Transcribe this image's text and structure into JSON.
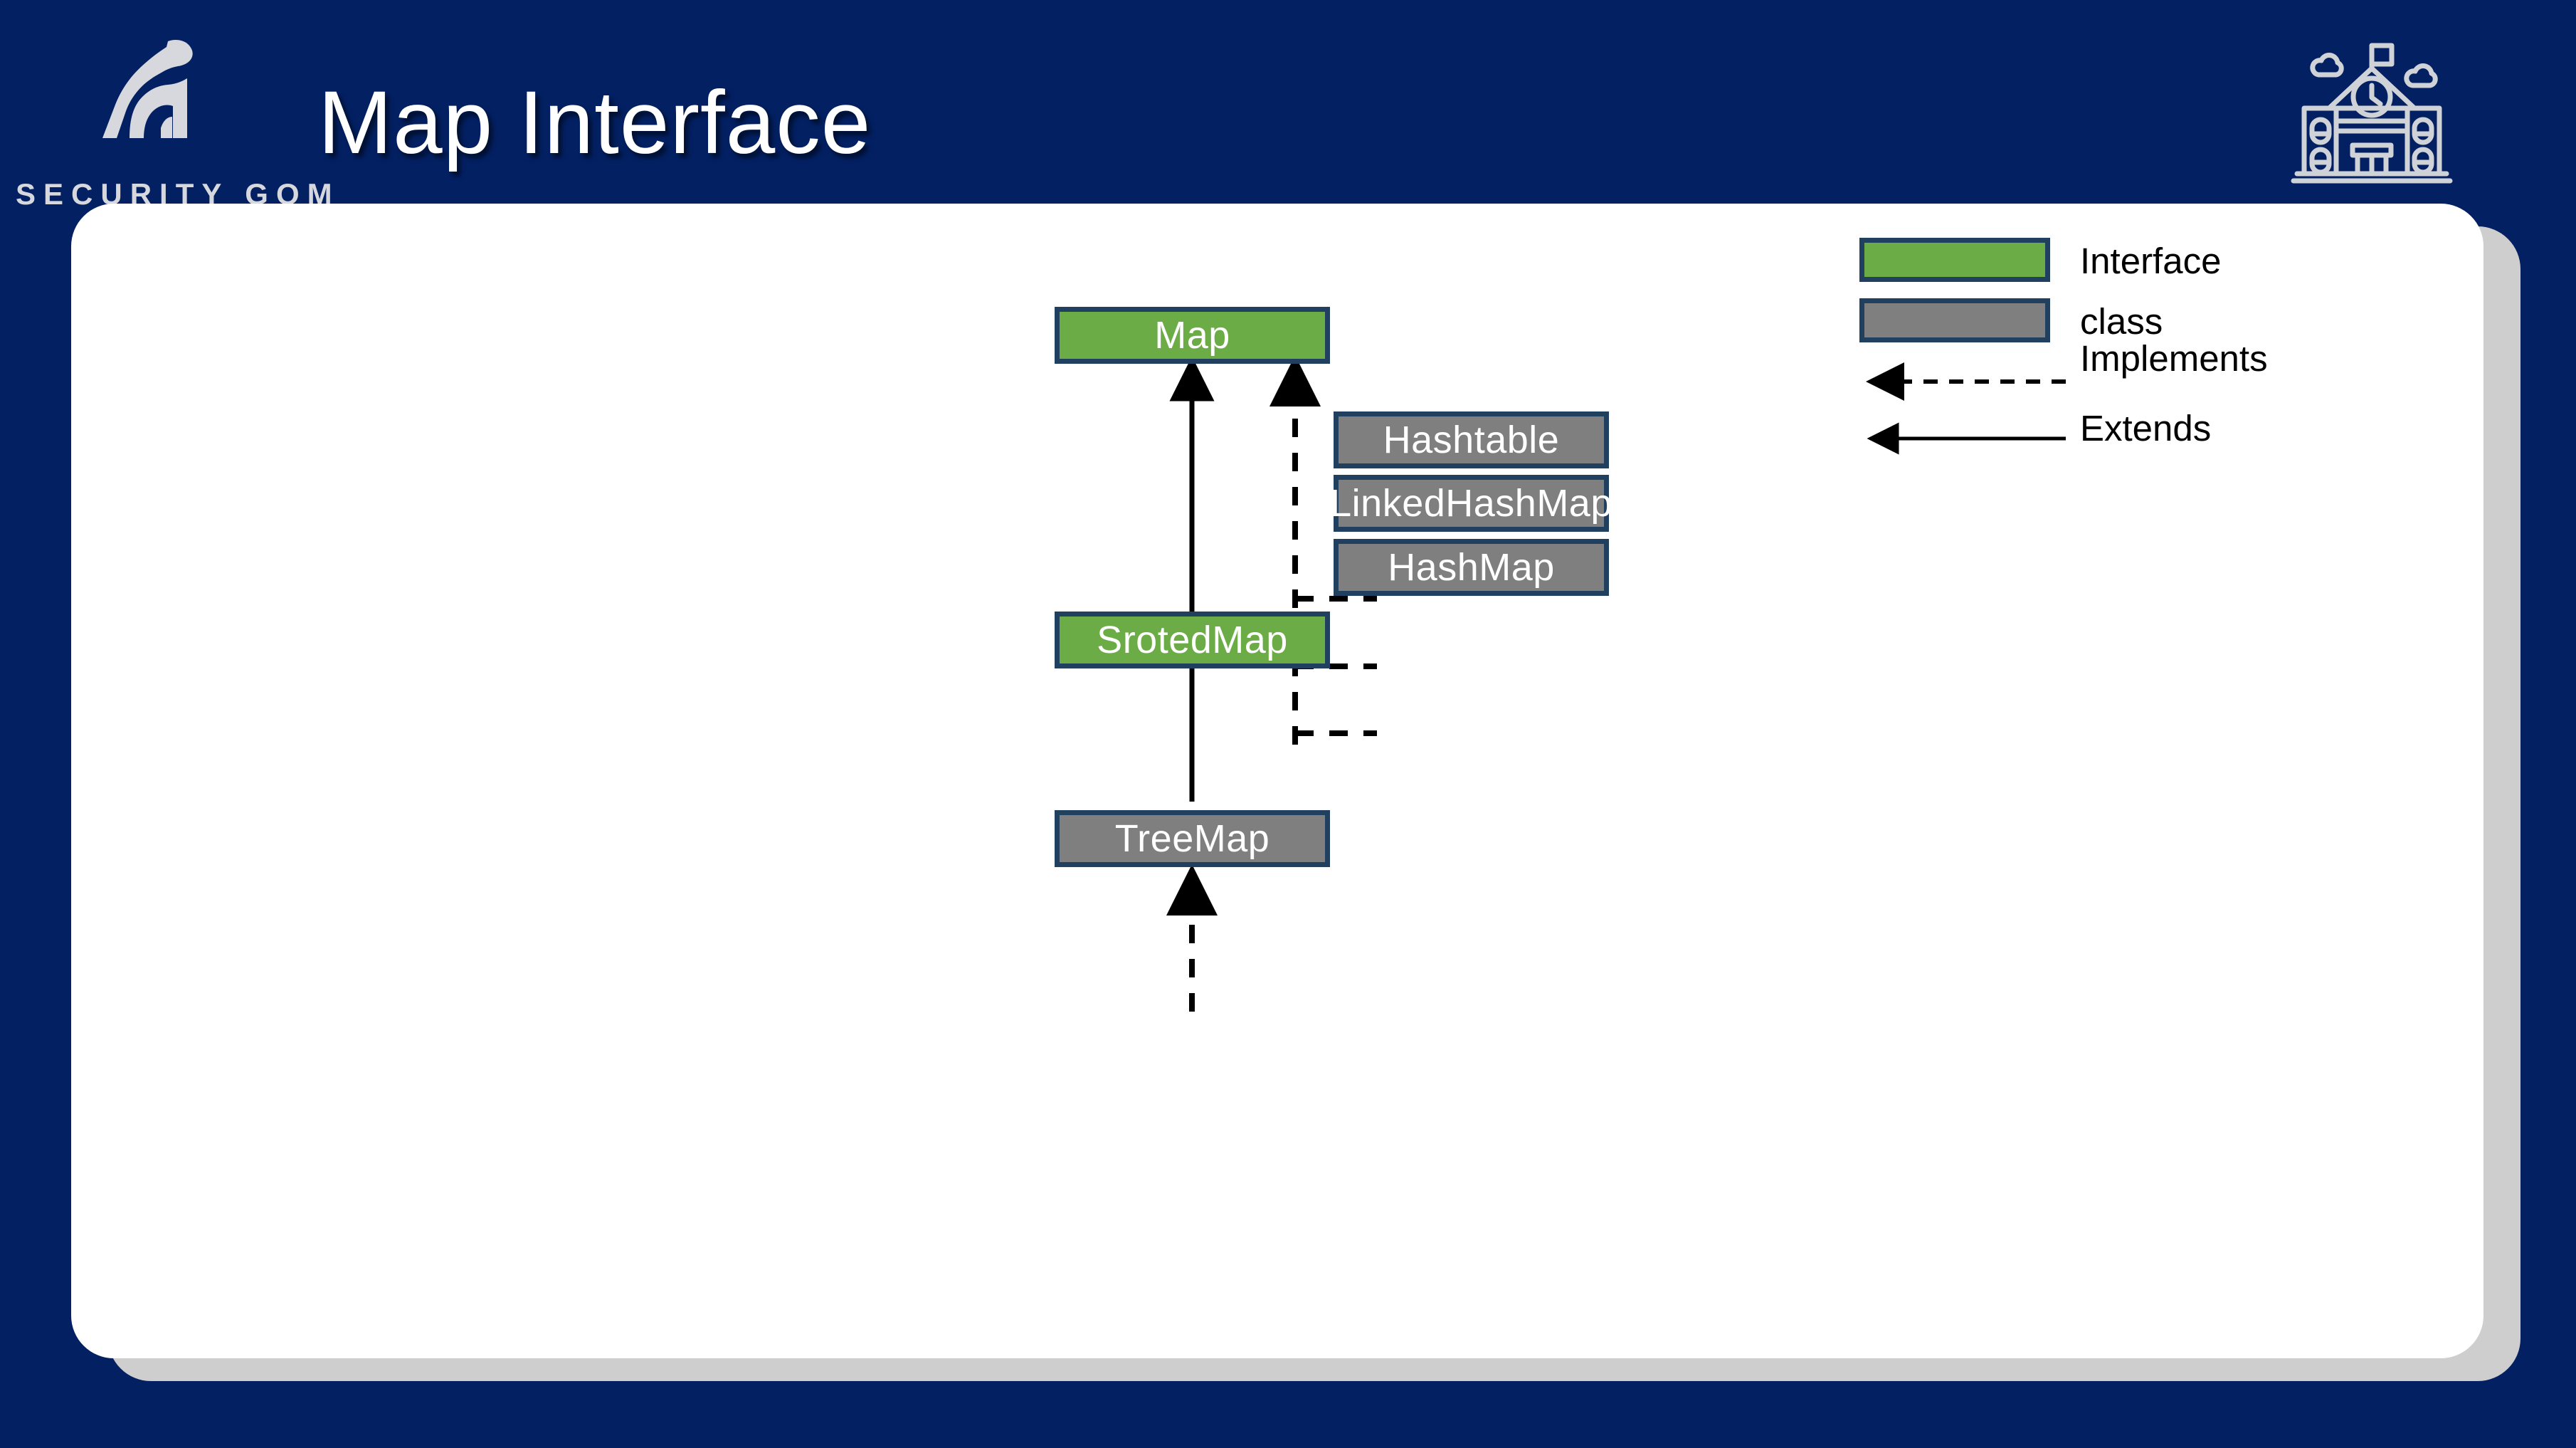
{
  "header": {
    "title": "Map Interface",
    "logo": {
      "mark_name": "panther-logo-icon",
      "wordmark": "SECURITY GOM"
    },
    "decor_icon": "school-building-icon"
  },
  "colors": {
    "background_navy": "#032063",
    "card_white": "#ffffff",
    "card_shadow_gray": "#cecece",
    "interface_green": "#6CAC46",
    "class_gray": "#7F7F7F",
    "node_border_navy": "#21405f",
    "connector_black": "#000000",
    "logo_silver": "#d6d8dd"
  },
  "diagram": {
    "type": "class-hierarchy",
    "nodes": [
      {
        "id": "map",
        "label": "Map",
        "kind": "interface"
      },
      {
        "id": "hashtable",
        "label": "Hashtable",
        "kind": "class"
      },
      {
        "id": "linkedhashmap",
        "label": "LinkedHashMap",
        "kind": "class"
      },
      {
        "id": "hashmap",
        "label": "HashMap",
        "kind": "class"
      },
      {
        "id": "srotedmap",
        "label": "SrotedMap",
        "kind": "interface"
      },
      {
        "id": "treemap",
        "label": "TreeMap",
        "kind": "class"
      }
    ],
    "edges": [
      {
        "from": "srotedmap",
        "to": "map",
        "relation": "Extends"
      },
      {
        "from": "hashtable",
        "to": "map",
        "relation": "Implements"
      },
      {
        "from": "linkedhashmap",
        "to": "map",
        "relation": "Implements"
      },
      {
        "from": "hashmap",
        "to": "map",
        "relation": "Implements"
      },
      {
        "from": "treemap",
        "to": "srotedmap",
        "relation": "Implements"
      }
    ]
  },
  "legend": {
    "items": [
      {
        "label": "Interface",
        "style": "swatch-green"
      },
      {
        "label": "class",
        "style": "swatch-gray"
      },
      {
        "label": "Implements",
        "style": "dashed-arrow"
      },
      {
        "label": "Extends",
        "style": "solid-arrow"
      }
    ]
  }
}
